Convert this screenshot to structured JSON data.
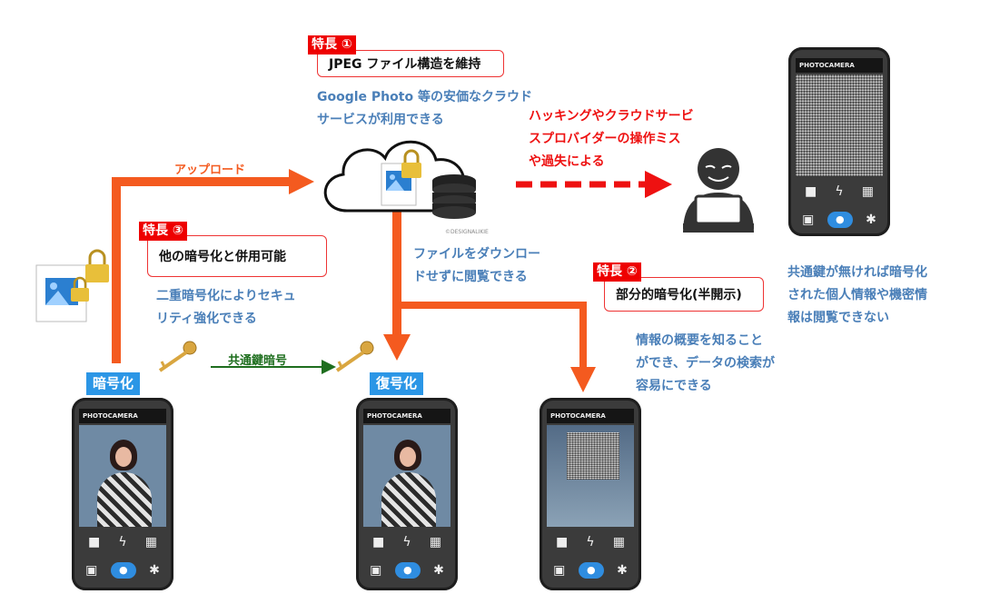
{
  "features": [
    {
      "tag": "特長 ①",
      "title": "JPEG ファイル構造を維持"
    },
    {
      "tag": "特長 ②",
      "title": "部分的暗号化(半開示)"
    },
    {
      "tag": "特長 ③",
      "title": "他の暗号化と併用可能"
    }
  ],
  "notes": {
    "cloud": [
      "Google Photo 等の安価なクラウド",
      "サービスが利用できる"
    ],
    "double": [
      "二重暗号化によりセキュ",
      "リティ強化できる"
    ],
    "download": [
      "ファイルをダウンロー",
      "ドせずに閲覧できる"
    ],
    "overview": [
      "情報の概要を知ること",
      "ができ、データの検索が",
      "容易にできる"
    ],
    "hacker": [
      "ハッキングやクラウドサービ",
      "スプロバイダーの操作ミス",
      "や過失による"
    ],
    "nokey": [
      "共通鍵が無ければ暗号化",
      "された個人情報や機密情",
      "報は閲覧できない"
    ]
  },
  "arrows": {
    "upload": "アップロード",
    "common_key": "共通鍵暗号"
  },
  "steps": {
    "encrypt": "暗号化",
    "decrypt": "復号化"
  },
  "phone_header": "PHOTOCAMERA",
  "watermark": "©DESIGNALIKIE",
  "colors": {
    "arrow": "#f45a1f",
    "feature_red": "#ee0000",
    "note_blue": "#4a7fb8",
    "step_blue": "#2b96e6",
    "key_gold": "#d9a640",
    "green": "#1e6e1e"
  },
  "icons": [
    "lock-icon",
    "image-file-icon",
    "cloud-icon",
    "database-icon",
    "hacker-icon",
    "key-icon",
    "camera-icon",
    "flash-icon",
    "settings-icon"
  ]
}
